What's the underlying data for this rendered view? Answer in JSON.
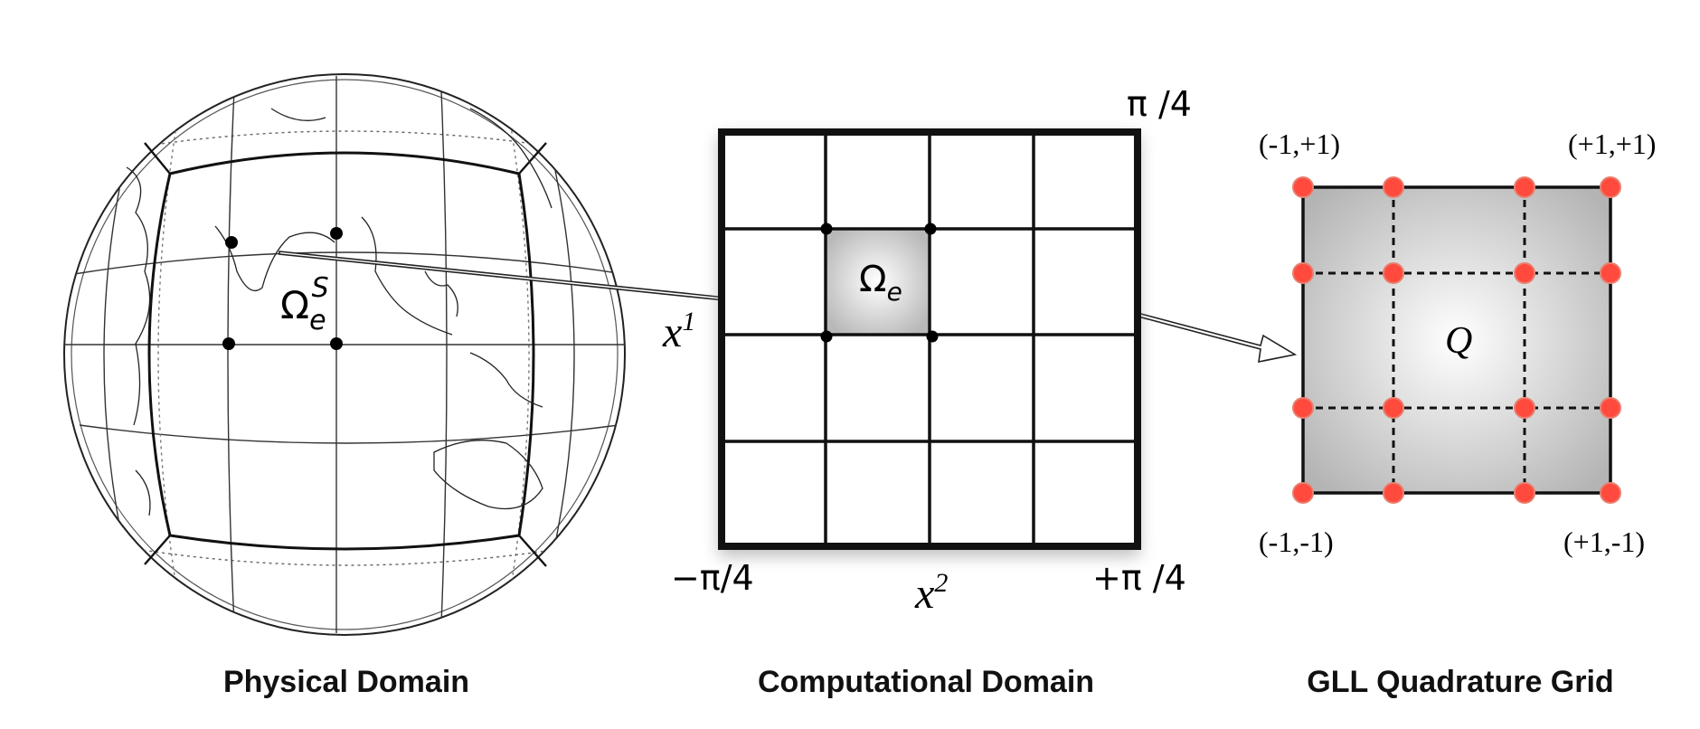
{
  "panels": {
    "physical": {
      "caption": "Physical Domain",
      "element_symbol": "Ω",
      "element_subscript": "e",
      "element_superscript": "S"
    },
    "computational": {
      "caption": "Computational Domain",
      "element_symbol": "Ω",
      "element_subscript": "e",
      "axis1_symbol": "x",
      "axis1_index": "1",
      "axis2_symbol": "x",
      "axis2_index": "2",
      "top_right_label": "π /4",
      "bottom_left_label": "−π/4",
      "bottom_right_label": "+π /4"
    },
    "gll": {
      "caption": "GLL Quadrature Grid",
      "center_label": "Q",
      "corner_top_left": "(-1,+1)",
      "corner_top_right": "(+1,+1)",
      "corner_bottom_left": "(-1,-1)",
      "corner_bottom_right": "(+1,-1)",
      "node_color": "#ff4a3d"
    }
  }
}
